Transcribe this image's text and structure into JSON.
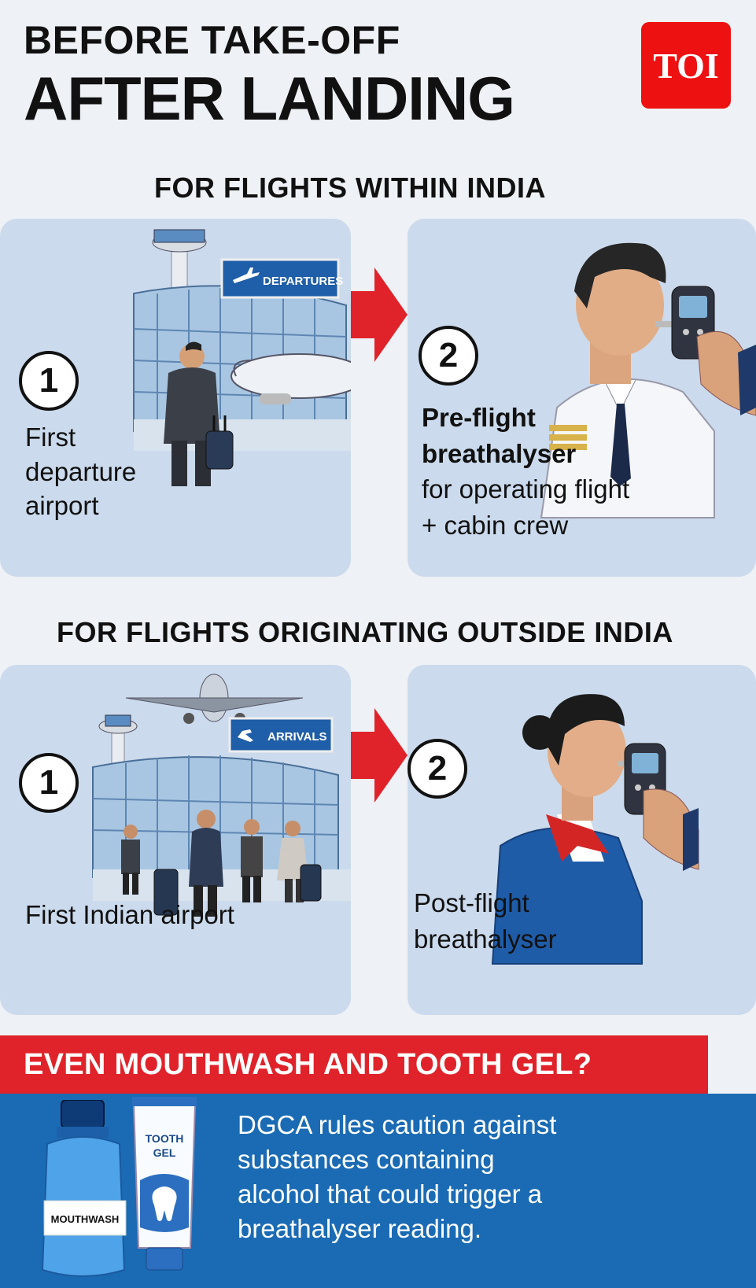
{
  "header": {
    "line1": "BEFORE TAKE-OFF",
    "line2": "AFTER LANDING",
    "logo": "TOI"
  },
  "sections": [
    {
      "heading": "FOR FLIGHTS WITHIN INDIA",
      "step1": {
        "number": "1",
        "line1": "First",
        "line2": "departure",
        "line3": "airport",
        "sign": "DEPARTURES"
      },
      "step2": {
        "number": "2",
        "bold1": "Pre-flight",
        "bold2": "breathalyser",
        "line3": "for operating flight",
        "line4": "+ cabin crew"
      }
    },
    {
      "heading": "FOR FLIGHTS ORIGINATING OUTSIDE INDIA",
      "step1": {
        "number": "1",
        "line1": "First Indian airport",
        "sign": "ARRIVALS"
      },
      "step2": {
        "number": "2",
        "line1": "Post-flight",
        "line2": "breathalyser"
      }
    }
  ],
  "banner": {
    "question": "EVEN MOUTHWASH AND TOOTH GEL?",
    "mouthwash_label": "MOUTHWASH",
    "gel_label1": "TOOTH",
    "gel_label2": "GEL",
    "text1": "DGCA rules caution against",
    "text2": "substances containing",
    "text3": "alcohol that could trigger a",
    "text4": "breathalyser reading."
  },
  "colors": {
    "red": "#e0232a",
    "blue": "#1a6bb4",
    "card": "#cbdaec"
  }
}
